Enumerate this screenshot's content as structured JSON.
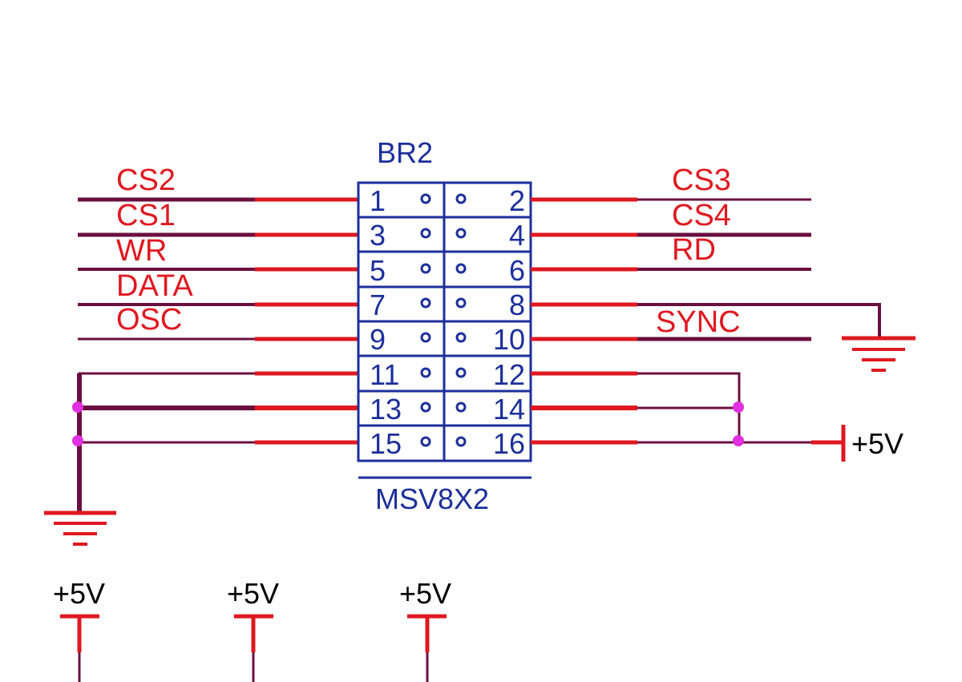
{
  "component": {
    "designator": "BR2",
    "part": "MSV8X2",
    "left_pins": [
      "1",
      "3",
      "5",
      "7",
      "9",
      "11",
      "13",
      "15"
    ],
    "right_pins": [
      "2",
      "4",
      "6",
      "8",
      "10",
      "12",
      "14",
      "16"
    ]
  },
  "nets": {
    "left": [
      "CS2",
      "CS1",
      "WR",
      "DATA",
      "OSC"
    ],
    "right": [
      "CS3",
      "CS4",
      "RD",
      "SYNC"
    ]
  },
  "power": {
    "right_label": "+5V",
    "bottom_labels": [
      "+5V",
      "+5V",
      "+5V"
    ]
  },
  "colors": {
    "wire_red": "#e01820",
    "wire_dark": "#6a1040",
    "component_blue": "#1c2f9c",
    "junction": "#e030e0"
  }
}
